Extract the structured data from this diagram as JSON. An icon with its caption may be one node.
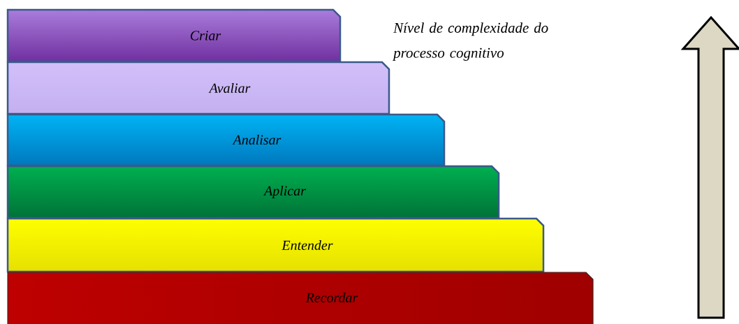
{
  "diagram": {
    "nodes": [
      {
        "text": [
          "Criar"
        ]
      },
      {
        "text": [
          "Avaliar"
        ]
      },
      {
        "text": [
          "Analisar"
        ]
      },
      {
        "text": [
          "Aplicar"
        ]
      },
      {
        "text": [
          "Entender"
        ]
      },
      {
        "text": [
          "Recordar"
        ]
      }
    ],
    "labels": [
      "Nível de complexidade do processo cognitivo"
    ]
  }
}
